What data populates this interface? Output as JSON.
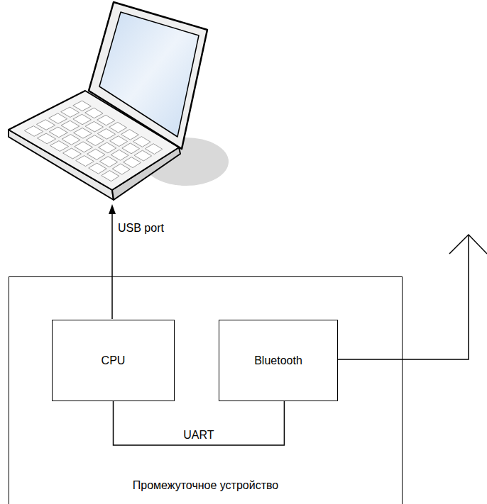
{
  "diagram": {
    "nodes": [
      {
        "text": [
          "Промежуточное устройство"
        ]
      },
      {
        "text": [
          "CPU"
        ],
        "in": 0
      },
      {
        "text": [
          "Bluetooth"
        ],
        "in": 0
      }
    ],
    "edges": [
      {
        "from": 1,
        "to": 2,
        "label": "UART",
        "arrow": "none"
      }
    ],
    "labels": [
      "USB port"
    ]
  }
}
